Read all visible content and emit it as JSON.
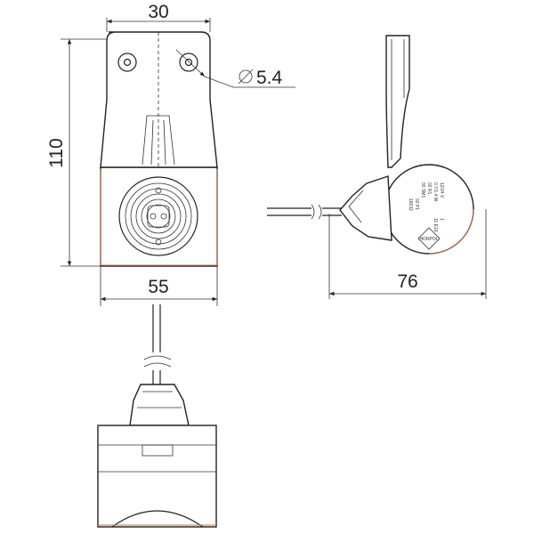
{
  "dimensions": {
    "top_width": "30",
    "hole_diameter": "5.4",
    "height": "110",
    "base_width": "55",
    "side_length": "76"
  },
  "label_lines": [
    "12/24 V",
    "0.7/1.4 W",
    "02 R1",
    "00 SM1",
    "02 P1",
    "16032",
    "1",
    "11 E19"
  ],
  "label_brand": "HORPOL",
  "colors": {
    "line": "#222222",
    "edge_accent": "#b87a55"
  }
}
